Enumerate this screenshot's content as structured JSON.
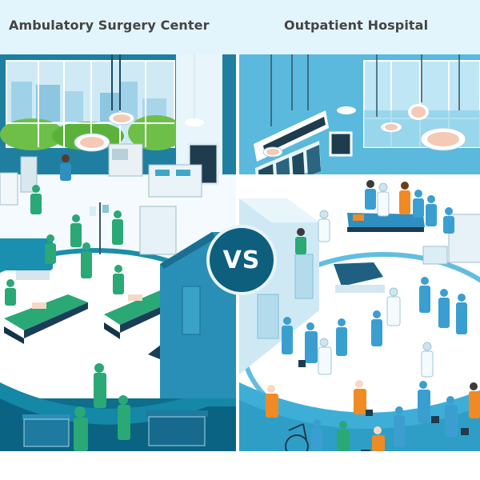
{
  "header": {
    "left_title": "Ambulatory Surgery Center",
    "right_title": "Outpatient Hospital"
  },
  "badge": {
    "label": "VS"
  },
  "panels": {
    "left": {
      "scene": "ambulatory-surgery-center-illustration",
      "elements": [
        "city-window",
        "surgical-lights",
        "patient-beds",
        "staff-in-green-scrubs",
        "supply-cart",
        "iv-pole",
        "monitor",
        "sink-station"
      ]
    },
    "right": {
      "scene": "outpatient-hospital-illustration",
      "elements": [
        "display-board",
        "surgical-lights",
        "hospital-beds",
        "staff-in-blue-scrubs",
        "doctors-in-white-coats",
        "patients-in-orange",
        "wheelchair",
        "medical-cases"
      ]
    }
  },
  "colors": {
    "header_bg": "#e3f5fc",
    "title_text": "#444444",
    "left_panel_bg": "#0e6e8c",
    "right_panel_bg": "#4fb3d6",
    "badge_bg": "#0d5f7d",
    "scrub_green": "#2aa876",
    "scrub_blue": "#3a9fd0",
    "patient_orange": "#f08a24"
  }
}
